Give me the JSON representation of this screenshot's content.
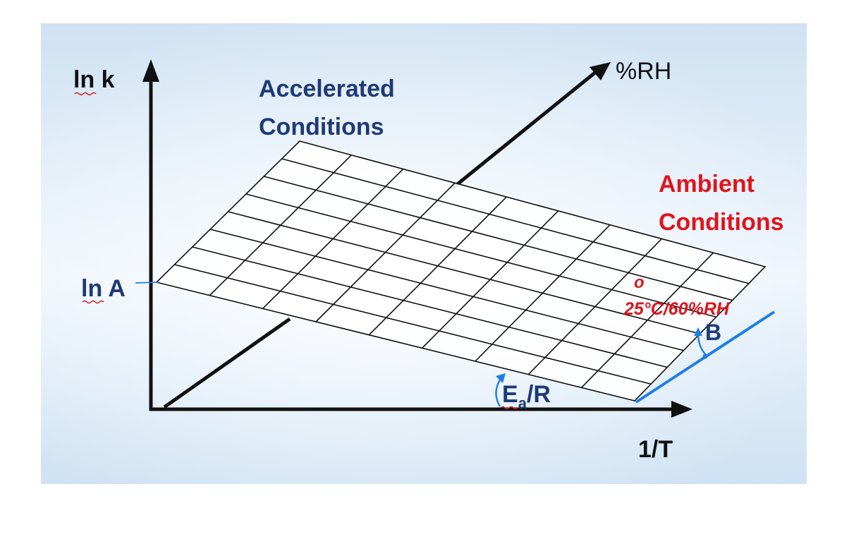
{
  "labels": {
    "y_axis": "ln k",
    "x_axis": "1/T",
    "depth_axis": "%RH",
    "intercept": "ln A",
    "accelerated_line1": "Accelerated",
    "accelerated_line2": "Conditions",
    "ambient_line1": "Ambient",
    "ambient_line2": "Conditions",
    "degree_marker": "o",
    "ambient_point": "25°C/60%RH",
    "b_label": "B",
    "ea_main": "E",
    "ea_sub": "a",
    "ea_tail": "/R"
  },
  "colors": {
    "axis": "#111111",
    "dark_blue": "#1f3a78",
    "red": "#e0141b",
    "bright_blue": "#1e7ee6",
    "grid": "#111111",
    "squiggle": "#d02020"
  }
}
